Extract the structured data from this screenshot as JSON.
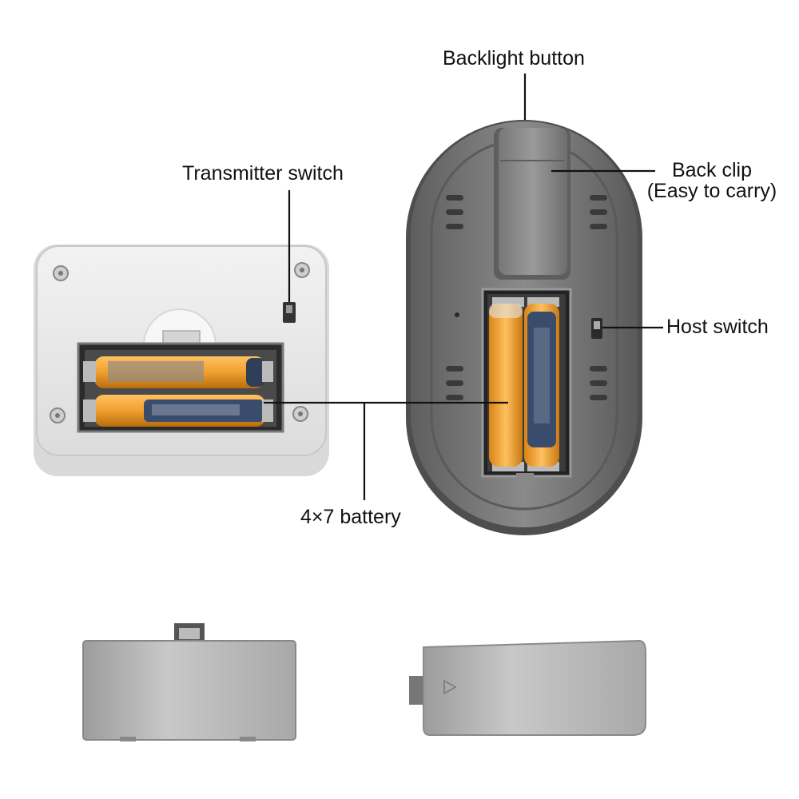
{
  "labels": {
    "backlight_button": "Backlight button",
    "transmitter_switch": "Transmitter switch",
    "back_clip_line1": "Back clip",
    "back_clip_line2": "(Easy to carry)",
    "host_switch": "Host switch",
    "battery": "4×7 battery"
  },
  "colors": {
    "transmitter_body": "#eeeeee",
    "host_body": "#7a7a7a",
    "battery_orange": "#f0a030",
    "battery_blue": "#3a4c6c",
    "cover": "#b9b9b9",
    "leader_line": "#111111"
  }
}
